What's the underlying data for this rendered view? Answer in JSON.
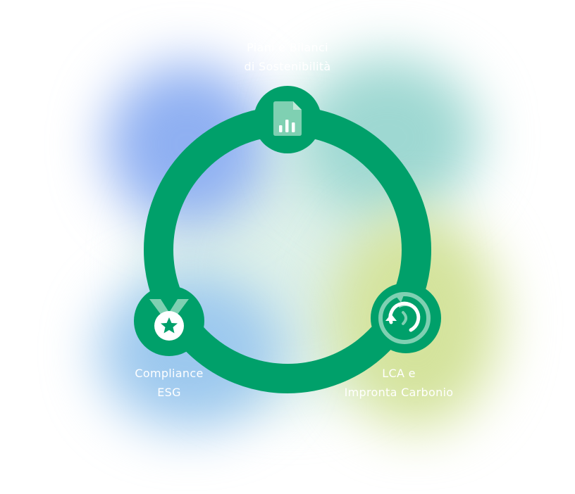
{
  "colors": {
    "ring": "#00a06a",
    "icon_light": "#7fd0b2",
    "label_text": "#ffffff",
    "glow_blue": "#8fb0f2",
    "glow_teal": "#9ed8d2",
    "glow_lime": "#d4e39c",
    "glow_sky": "#9cc8ee"
  },
  "nodes": [
    {
      "id": "top",
      "icon": "document-chart-icon",
      "label_lines": [
        "Piani e Bilanci",
        "di Sostenibilità"
      ]
    },
    {
      "id": "right",
      "icon": "cycle-icon",
      "label_lines": [
        "LCA e",
        "Impronta Carbonio"
      ]
    },
    {
      "id": "left",
      "icon": "medal-icon",
      "label_lines": [
        "Compliance",
        "ESG"
      ]
    }
  ]
}
